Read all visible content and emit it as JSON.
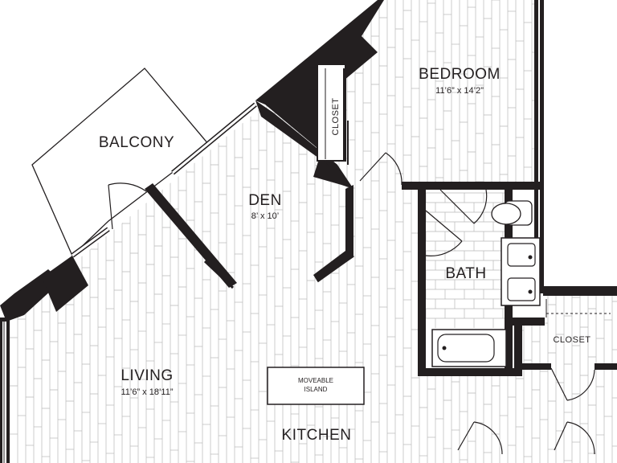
{
  "rooms": {
    "bedroom": {
      "name": "BEDROOM",
      "dims": "11’6” x 14’2”"
    },
    "balcony": {
      "name": "BALCONY"
    },
    "den": {
      "name": "DEN",
      "dims": "8’ x 10’"
    },
    "bath": {
      "name": "BATH"
    },
    "closet_bedroom": {
      "name": "CLOSET"
    },
    "closet_hall": {
      "name": "CLOSET"
    },
    "living": {
      "name": "LIVING",
      "dims": "11’6” x 18’11”"
    },
    "kitchen": {
      "name": "KITCHEN"
    },
    "island": {
      "line1": "MOVEABLE",
      "line2": "ISLAND"
    }
  },
  "colors": {
    "wall": "#231f20",
    "floor_lines": "#b8b8b8",
    "background": "#ffffff"
  }
}
